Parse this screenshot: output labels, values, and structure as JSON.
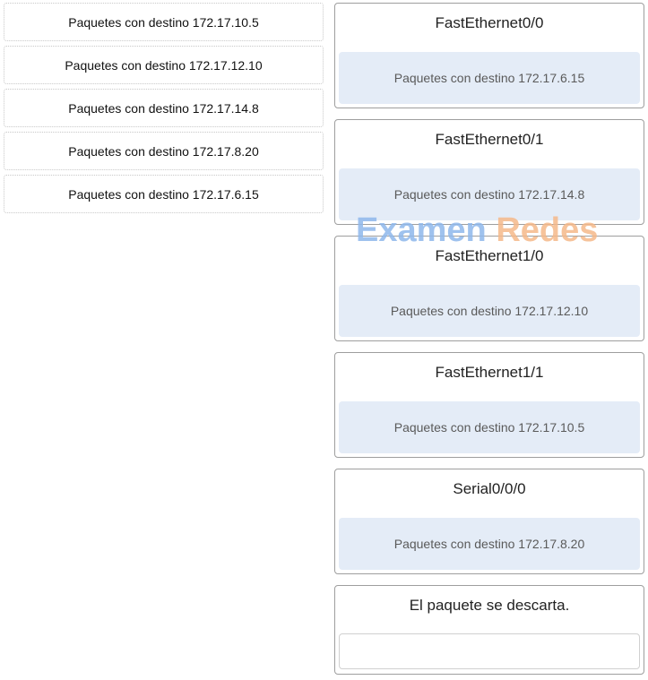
{
  "source_items": [
    {
      "label": "Paquetes con destino 172.17.10.5"
    },
    {
      "label": "Paquetes con destino 172.17.12.10"
    },
    {
      "label": "Paquetes con destino 172.17.14.8"
    },
    {
      "label": "Paquetes con destino 172.17.8.20"
    },
    {
      "label": "Paquetes con destino 172.17.6.15"
    }
  ],
  "targets": [
    {
      "title": "FastEthernet0/0",
      "answer": "Paquetes con destino 172.17.6.15"
    },
    {
      "title": "FastEthernet0/1",
      "answer": "Paquetes con destino 172.17.14.8"
    },
    {
      "title": "FastEthernet1/0",
      "answer": "Paquetes con destino 172.17.12.10"
    },
    {
      "title": "FastEthernet1/1",
      "answer": "Paquetes con destino 172.17.10.5"
    },
    {
      "title": "Serial0/0/0",
      "answer": "Paquetes con destino 172.17.8.20"
    },
    {
      "title": "El paquete se descarta.",
      "answer": ""
    }
  ],
  "watermark": {
    "part1": "Examen",
    "part2": "Redes"
  },
  "colors": {
    "dropzone_fill": "#e4ecf7",
    "watermark_blue": "#8fb8ec",
    "watermark_orange": "#f5b98a"
  }
}
